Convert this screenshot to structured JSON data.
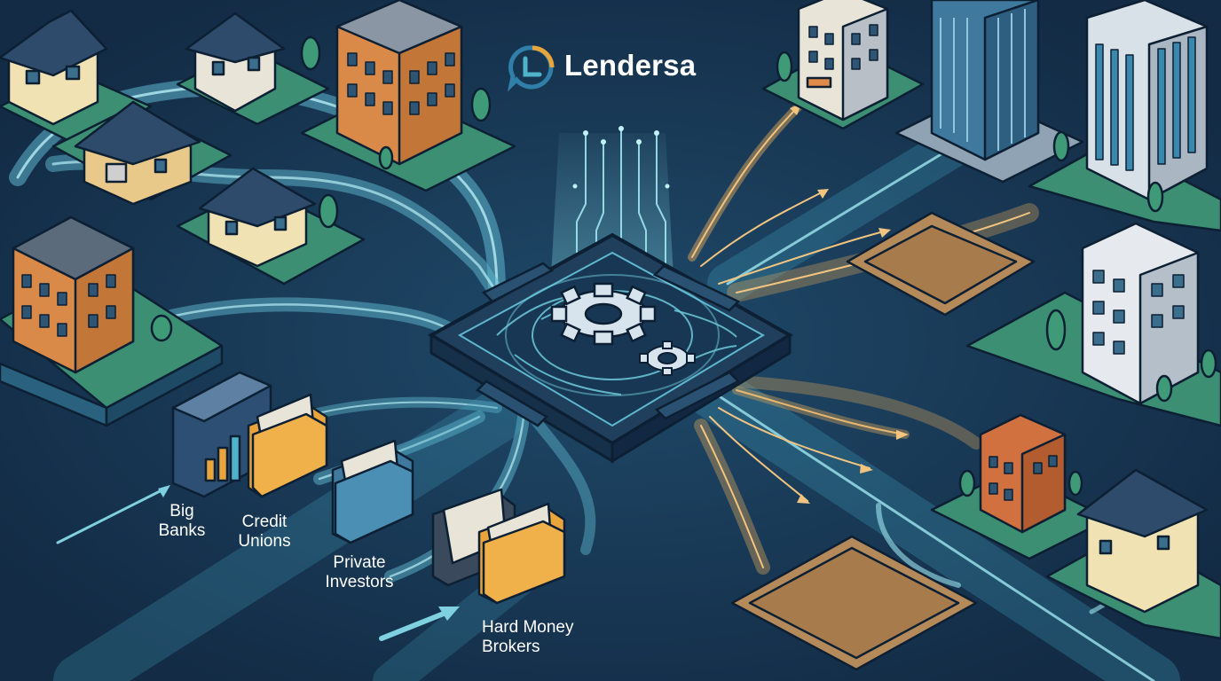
{
  "brand": {
    "name": "Lendersa",
    "logo_icon": "chat-bubble-logo-icon"
  },
  "lenders": [
    {
      "line1": "Big",
      "line2": "Banks"
    },
    {
      "line1": "Credit",
      "line2": "Unions"
    },
    {
      "line1": "Private",
      "line2": "Investors"
    },
    {
      "line1": "Hard Money",
      "line2": "Brokers"
    }
  ],
  "colors": {
    "background": "#173552",
    "flow_teal": "#7fd8e4",
    "flow_gold": "#d9a45a",
    "ground_green": "#3d8f74",
    "folder_orange": "#e9a43b",
    "brick": "#d0713f"
  }
}
